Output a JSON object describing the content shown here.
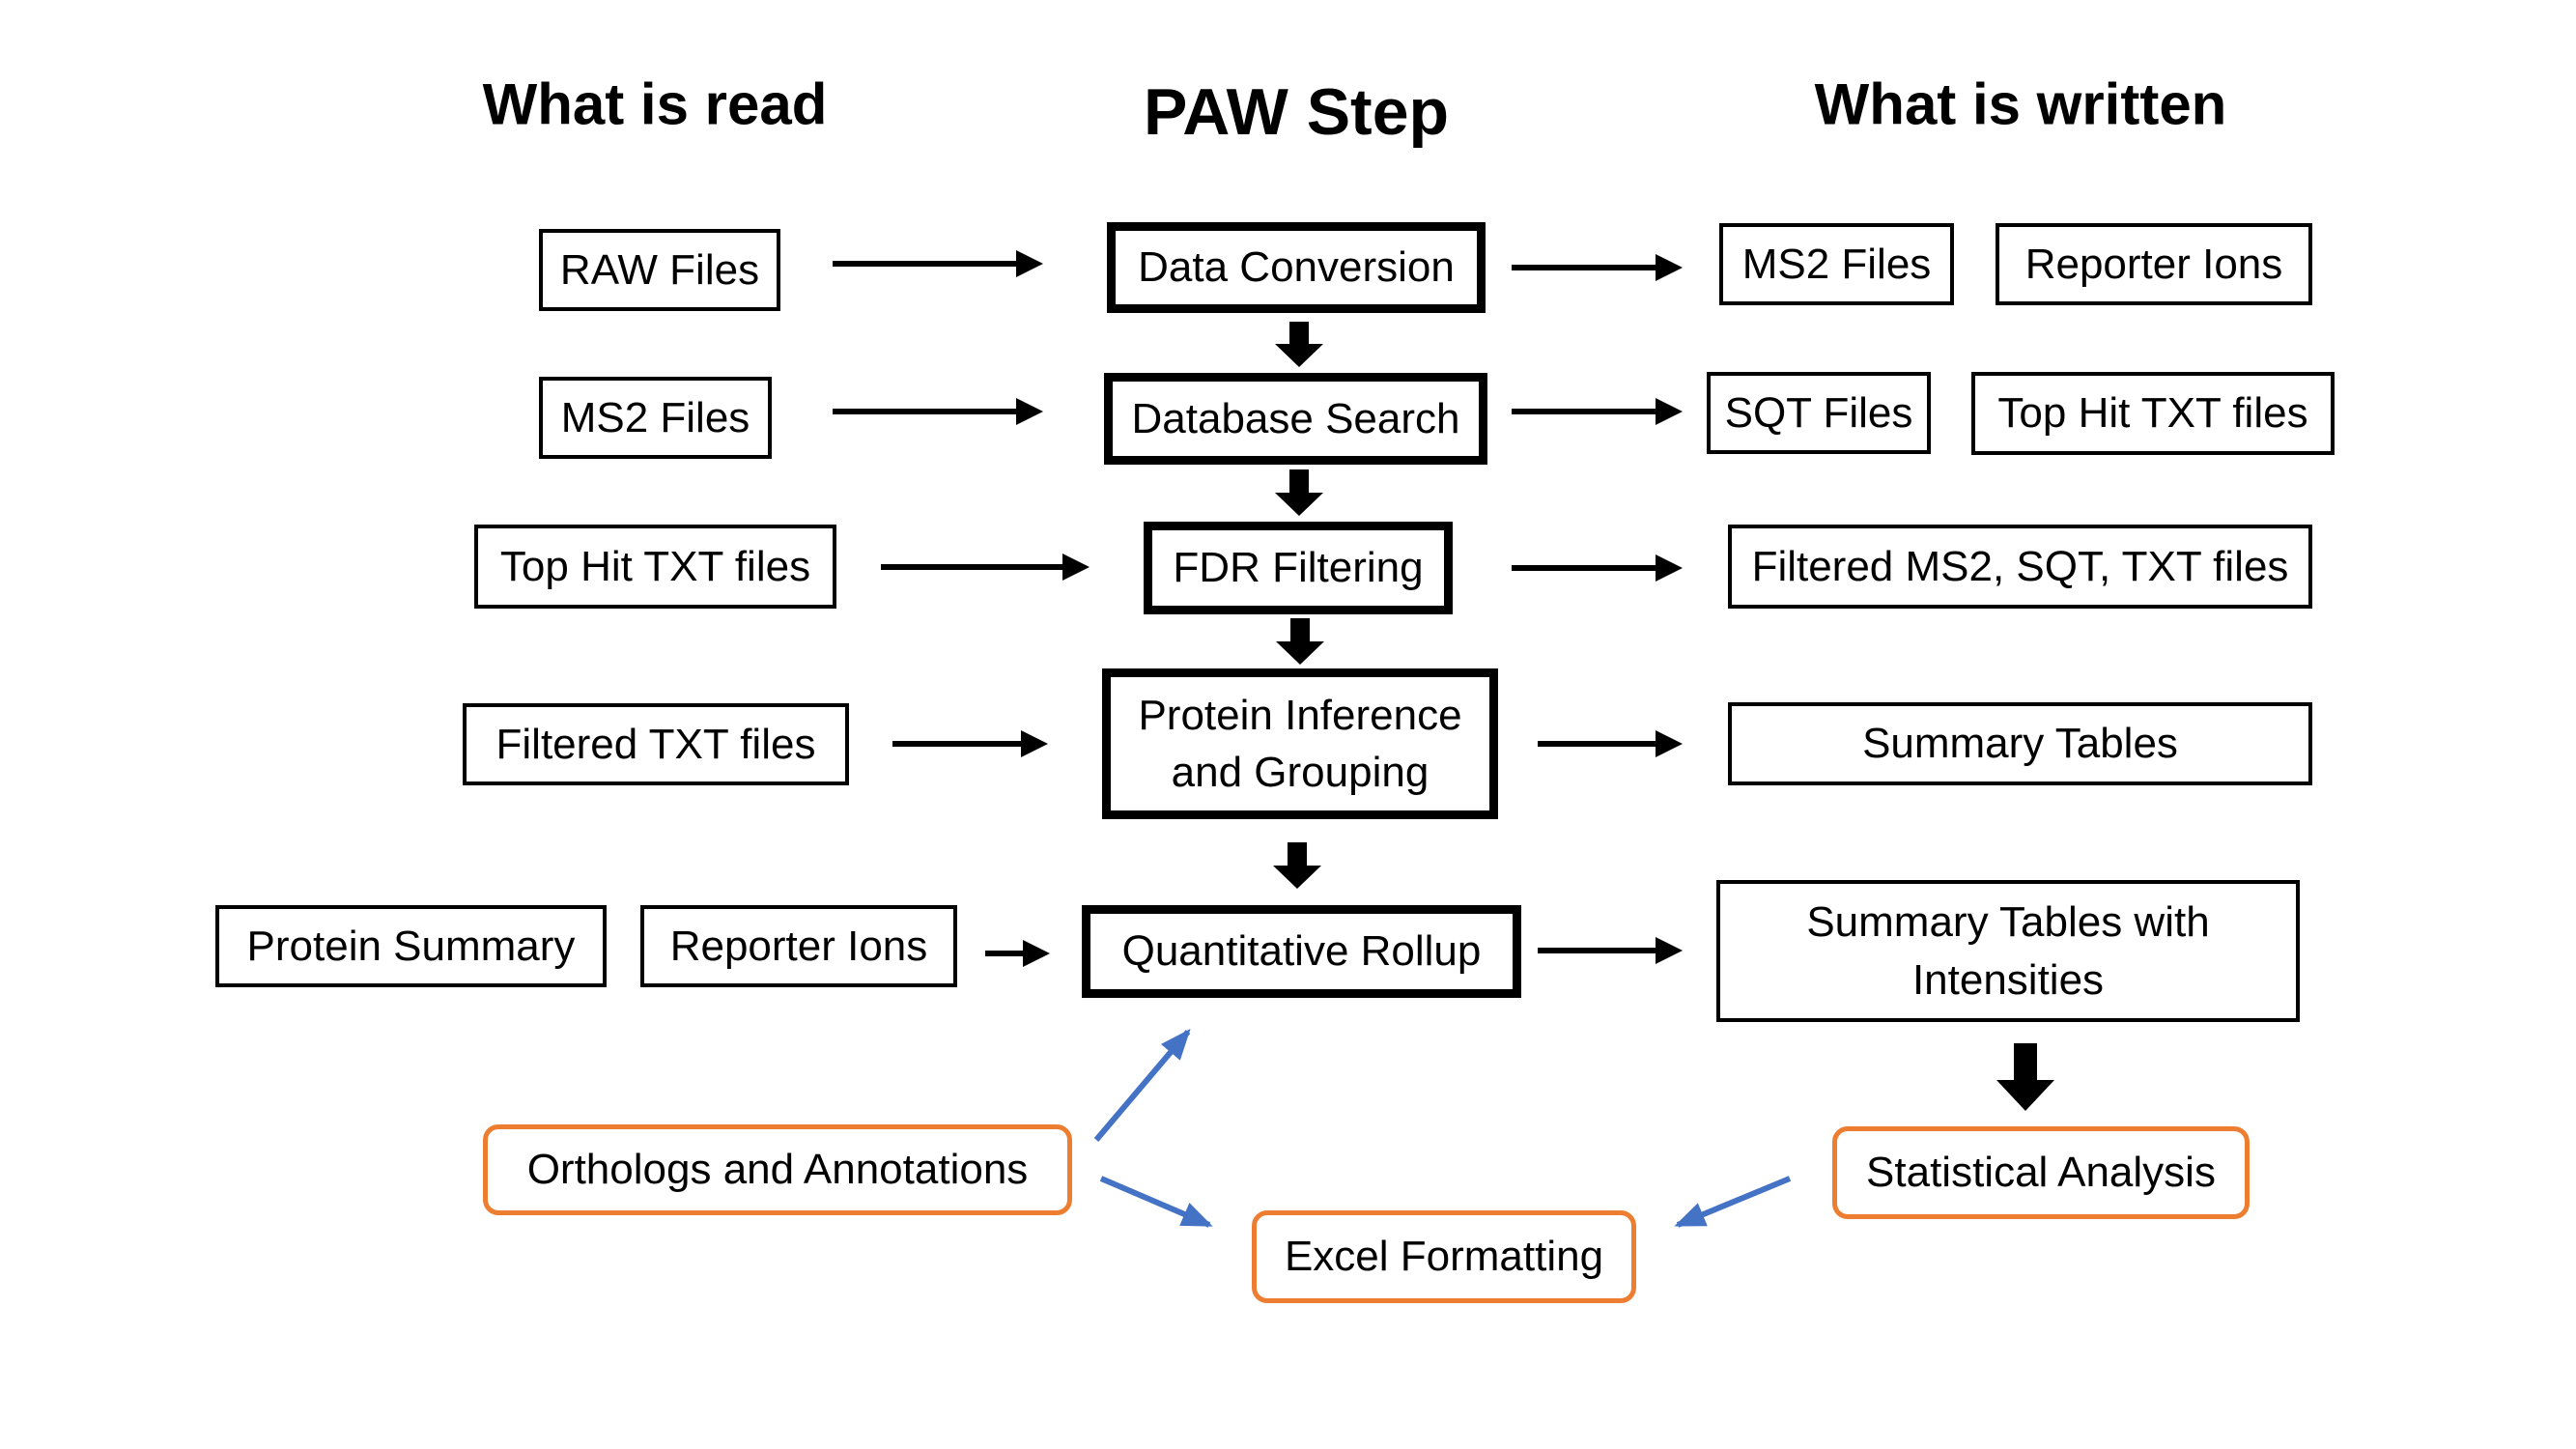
{
  "headers": {
    "read": "What is read",
    "step": "PAW Step",
    "written": "What is written"
  },
  "read": {
    "raw_files": "RAW Files",
    "ms2_files": "MS2 Files",
    "top_hit_txt": "Top Hit TXT files",
    "filtered_txt": "Filtered TXT files",
    "protein_summary": "Protein Summary",
    "reporter_ions": "Reporter Ions"
  },
  "steps": {
    "data_conversion": "Data Conversion",
    "database_search": "Database Search",
    "fdr_filtering": "FDR Filtering",
    "protein_inference": [
      "Protein Inference",
      "and Grouping"
    ],
    "quantitative_rollup": "Quantitative Rollup"
  },
  "written": {
    "ms2_files": "MS2 Files",
    "reporter_ions": "Reporter Ions",
    "sqt_files": "SQT Files",
    "top_hit_txt": "Top Hit TXT files",
    "filtered_files": "Filtered MS2, SQT, TXT files",
    "summary_tables": "Summary Tables",
    "summary_intensities": [
      "Summary Tables with",
      "Intensities"
    ]
  },
  "extras": {
    "orthologs": "Orthologs and Annotations",
    "excel": "Excel Formatting",
    "statistical": "Statistical Analysis"
  },
  "colors": {
    "orange_border": "#ed7d31",
    "blue_arrow": "#4472c4",
    "black": "#000000"
  }
}
